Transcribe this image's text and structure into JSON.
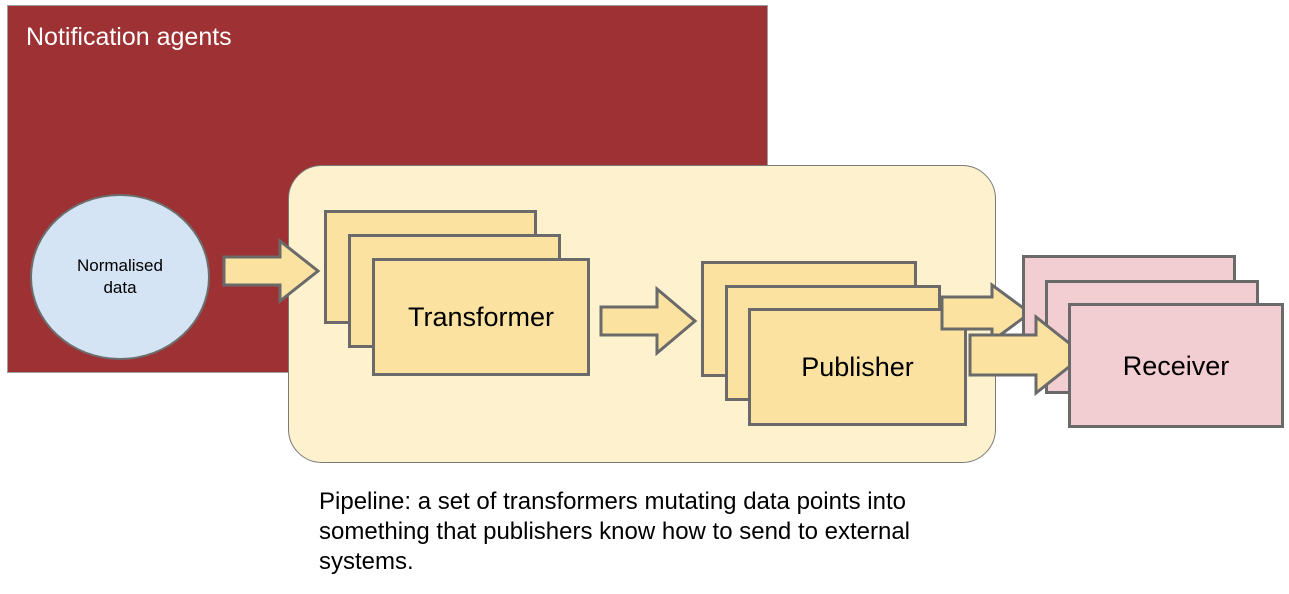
{
  "diagram": {
    "title": "Notification agents pipeline",
    "agents_group": {
      "label": "Notification agents",
      "color": "#9E3134"
    },
    "source_node": {
      "label_line1": "Normalised",
      "label_line2": "data",
      "color": "#D4E4F4"
    },
    "pipeline_group": {
      "color": "#FDF1CE"
    },
    "nodes": [
      {
        "id": "transformer",
        "label": "Transformer",
        "stack_count": 3,
        "color": "#FBE2A0"
      },
      {
        "id": "publisher",
        "label": "Publisher",
        "stack_count": 3,
        "color": "#FBE2A0"
      },
      {
        "id": "receiver",
        "label": "Receiver",
        "stack_count": 3,
        "color": "#F2CDD2"
      }
    ],
    "arrows": [
      {
        "id": "arrow-data-to-transformer",
        "from": "Normalised data",
        "to": "Transformer"
      },
      {
        "id": "arrow-transformer-to-publisher",
        "from": "Transformer",
        "to": "Publisher"
      },
      {
        "id": "arrow-publisher-to-receiver-upper",
        "from": "Publisher",
        "to": "Receiver"
      },
      {
        "id": "arrow-publisher-to-receiver-lower",
        "from": "Publisher",
        "to": "Receiver"
      }
    ],
    "caption": "Pipeline: a set of transformers mutating data points into something that publishers know how to send to external systems."
  }
}
